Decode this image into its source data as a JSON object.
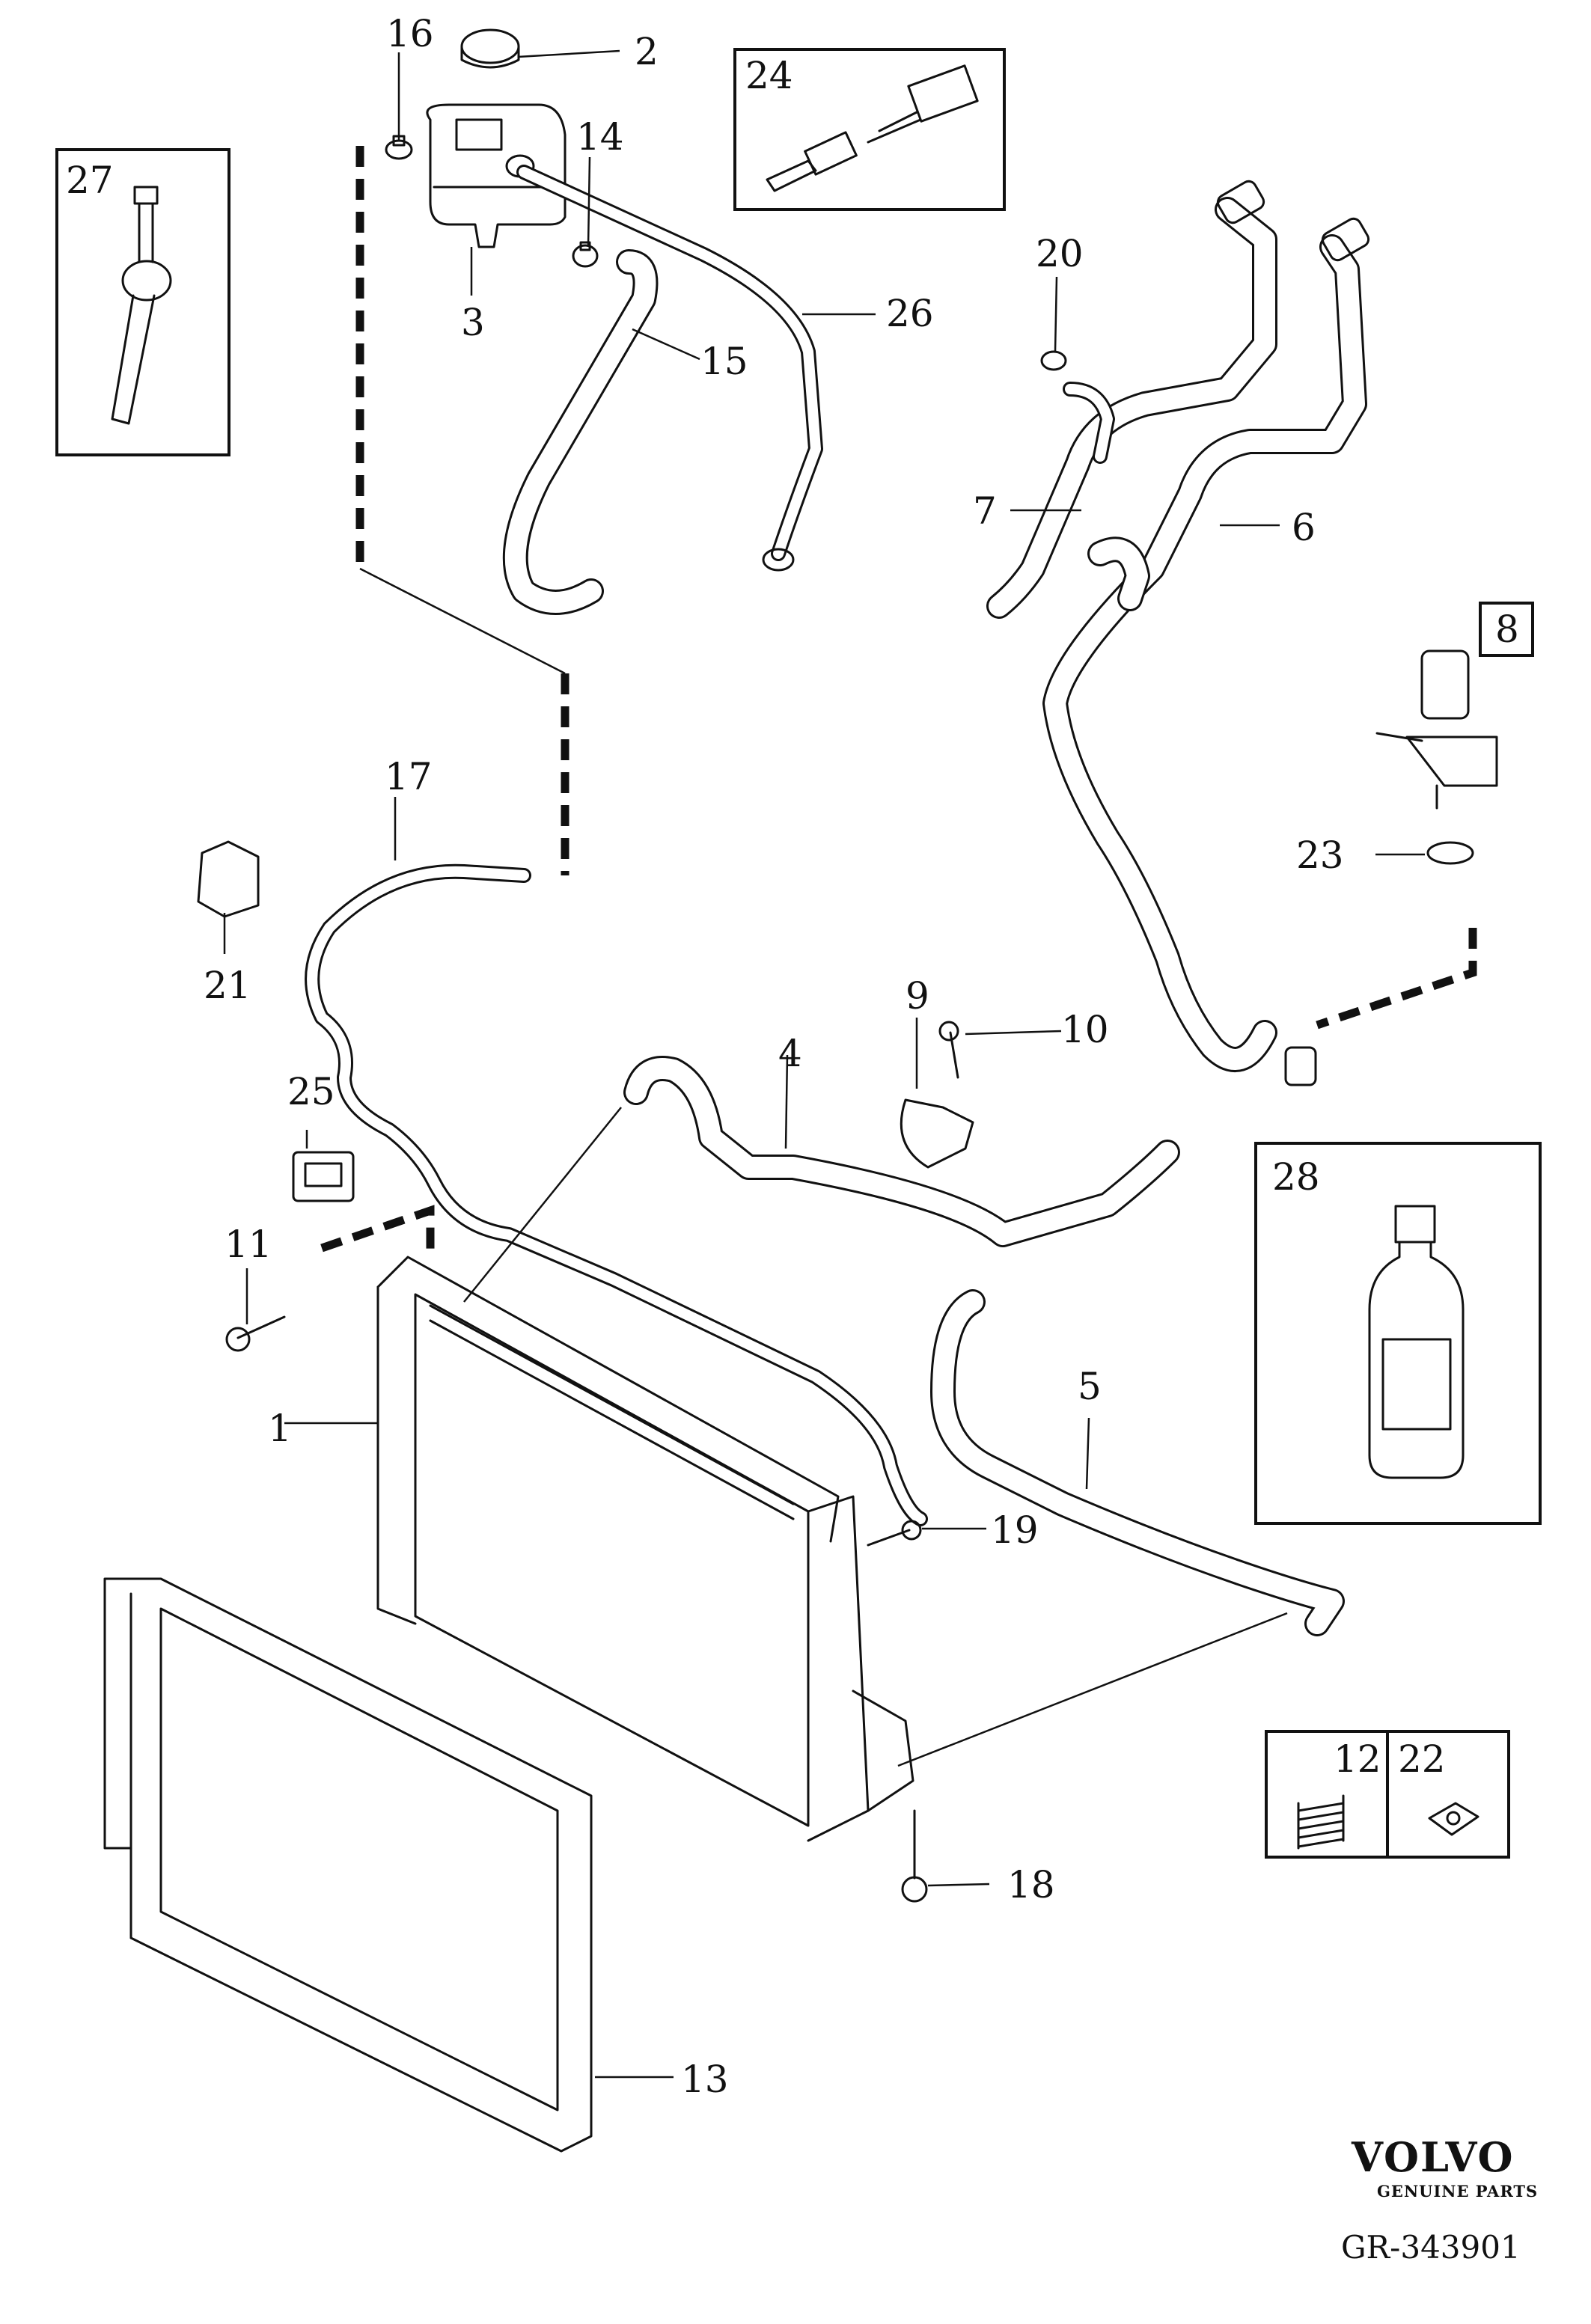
{
  "labels": {
    "p1": "1",
    "p2": "2",
    "p3": "3",
    "p4": "4",
    "p5": "5",
    "p6": "6",
    "p7": "7",
    "p8": "8",
    "p9": "9",
    "p10": "10",
    "p11": "11",
    "p12": "12",
    "p13": "13",
    "p14": "14",
    "p15": "15",
    "p16": "16",
    "p17": "17",
    "p18": "18",
    "p19": "19",
    "p20": "20",
    "p21": "21",
    "p22": "22",
    "p23": "23",
    "p24": "24",
    "p25": "25",
    "p26": "26",
    "p27": "27",
    "p28": "28"
  },
  "branding": {
    "logo_text": "VOLVO",
    "subtitle": "GENUINE PARTS"
  },
  "diagram_code": "GR-343901"
}
